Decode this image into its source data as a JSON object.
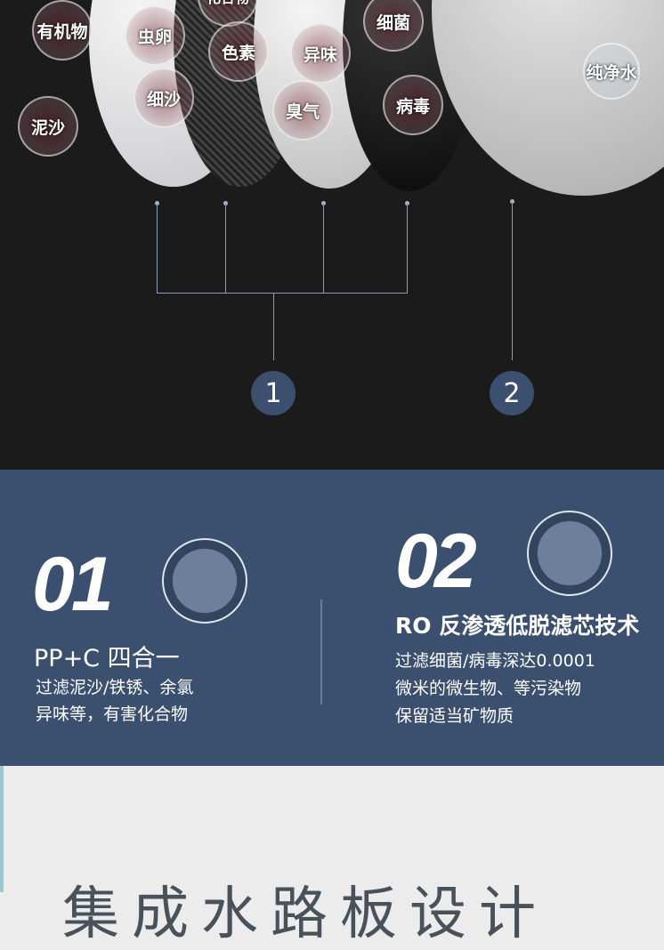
{
  "filters": {
    "bubbles": [
      "有机物",
      "泥沙",
      "虫卵",
      "细沙",
      "化合物",
      "色素",
      "异味",
      "臭气",
      "细菌",
      "病毒",
      "纯净水"
    ],
    "markers": [
      "1",
      "2"
    ]
  },
  "features": [
    {
      "number": "01",
      "title": "PP+C 四合一",
      "lines": [
        "过滤泥沙/铁锈、余氯",
        "异味等，有害化合物"
      ]
    },
    {
      "number": "02",
      "title": "RO 反渗透低脱滤芯技术",
      "lines": [
        "过滤细菌/病毒深达0.0001",
        "微米的微生物、等污染物",
        "保留适当矿物质"
      ]
    }
  ],
  "section_title": "集成水路板设计",
  "colors": {
    "dark_bg": "#1b1b1c",
    "panel": "#3b4f6e",
    "marker": "#3d4f6e"
  }
}
